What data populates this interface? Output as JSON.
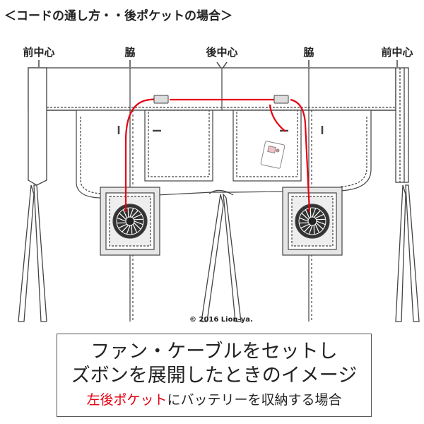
{
  "title": "＜コードの通し方・・後ポケットの場合＞",
  "labels": {
    "front_center_left": "前中心",
    "side_left": "脇",
    "back_center": "後中心",
    "side_right": "脇",
    "front_center_right": "前中心"
  },
  "copyright": "© 2016 Lion-ya.",
  "caption": {
    "line1": "ファン・ケーブルをセットし",
    "line2": "ズボンを展開したときのイメージ",
    "line3_red": "左後ポケット",
    "line3_rest": "にバッテリーを収納する場合"
  },
  "colors": {
    "cable": "#e60012",
    "outline": "#444444",
    "text": "#222222"
  },
  "icons": [
    "fan-icon",
    "battery-icon",
    "connector-icon"
  ]
}
